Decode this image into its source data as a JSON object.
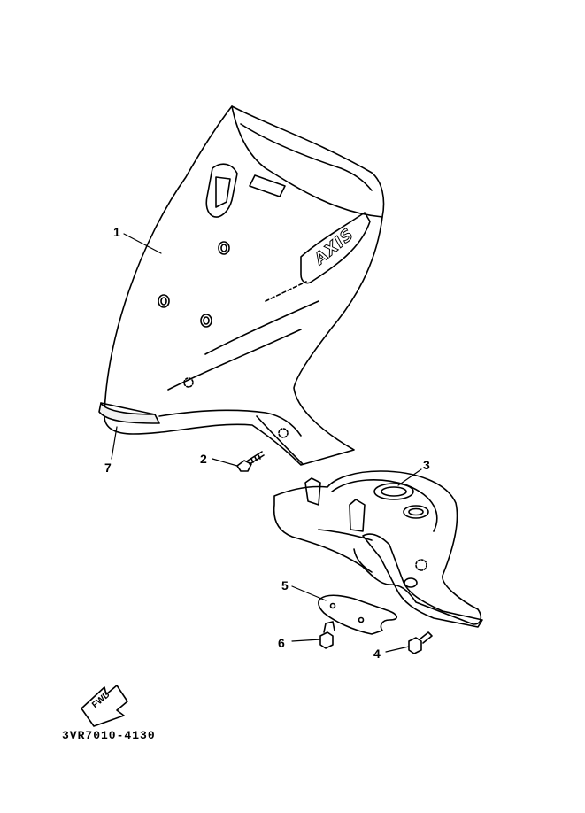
{
  "diagram": {
    "callouts": [
      "1",
      "2",
      "3",
      "4",
      "5",
      "6",
      "7"
    ],
    "logo_text": "AXIS",
    "fwd_arrow_text": "FWD",
    "diagram_code": "3VR7010-4130"
  }
}
